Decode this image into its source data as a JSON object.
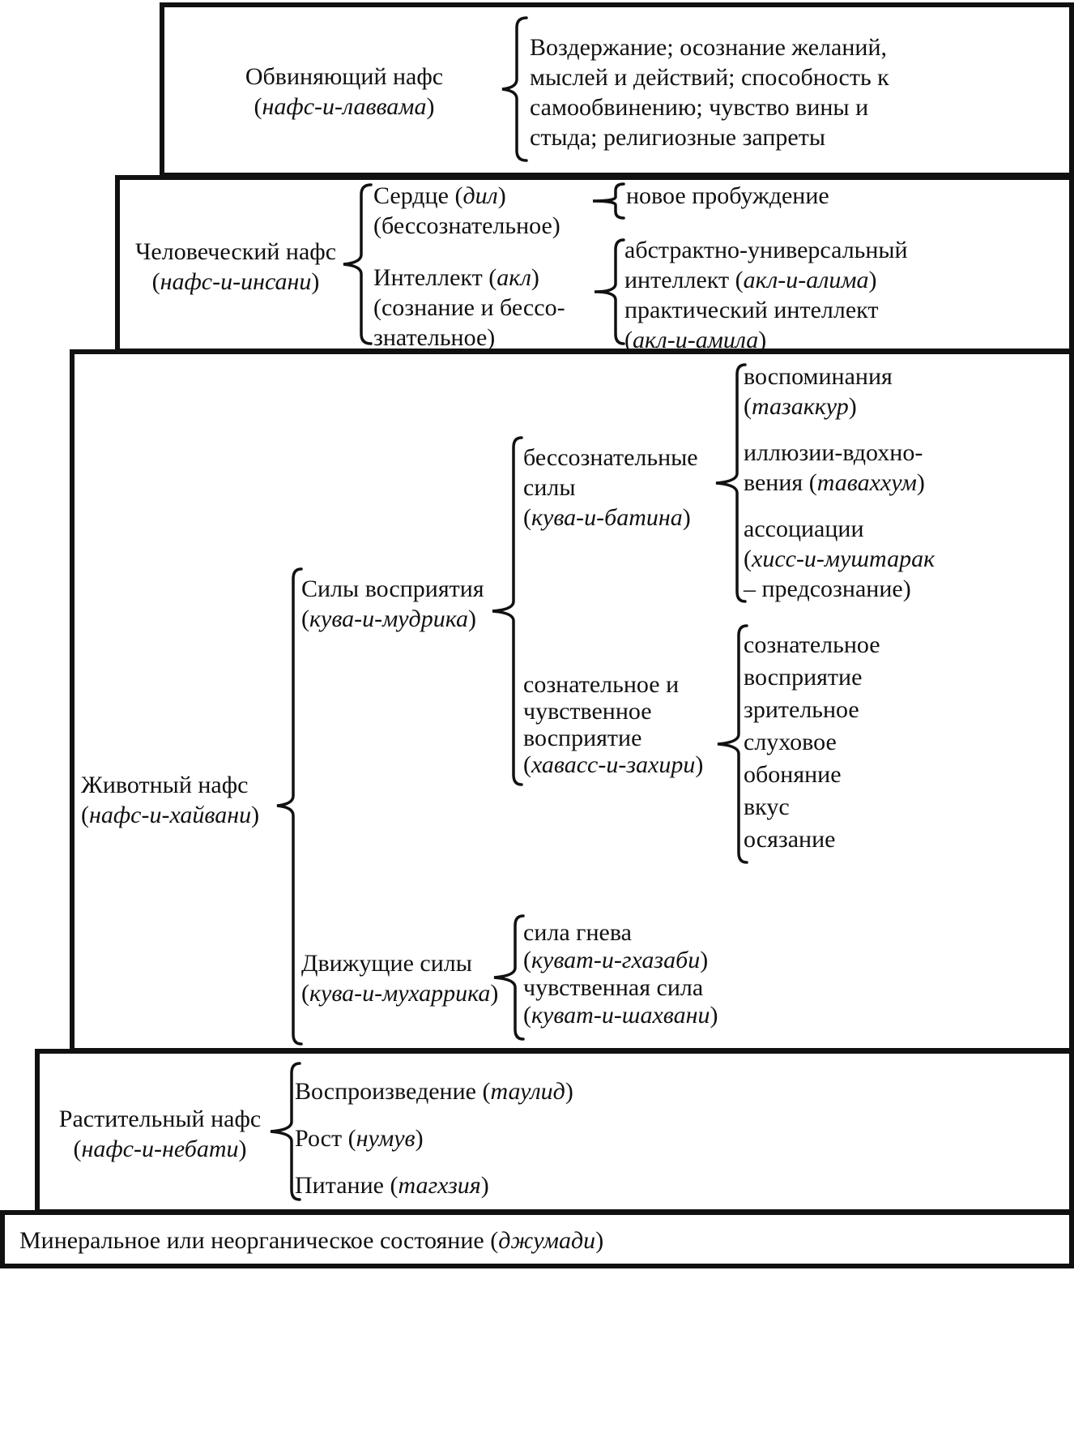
{
  "levels": {
    "blaming": {
      "title": "Обвиняющий нафс",
      "term": "нафс-и-лаввама",
      "description_lines": [
        "Воздержание; осознание желаний,",
        "мыслей и действий; способность к",
        "самообвинению; чувство вины и",
        "стыда; религиозные запреты"
      ]
    },
    "human": {
      "title": "Человеческий нафс",
      "term": "нафс-и-инсани",
      "heart": {
        "label": "Сердце",
        "term": "дил",
        "note": "(бессознательное)",
        "result": "новое пробуждение"
      },
      "intellect": {
        "label": "Интеллект",
        "term": "акл",
        "note_lines": [
          "(сознание и бессо-",
          "знательное)"
        ],
        "kinds": [
          {
            "label": "абстрактно-универсальный",
            "label2": "интеллект",
            "term": "акл-и-алима"
          },
          {
            "label": "практический интеллект",
            "term": "акл-и-амила"
          }
        ]
      }
    },
    "animal": {
      "title": "Животный нафс",
      "term": "нафс-и-хайвани",
      "perception": {
        "label": "Силы восприятия",
        "term": "кува-и-мудрика",
        "unconscious": {
          "label_lines": [
            "бессознательные",
            "силы"
          ],
          "term": "кува-и-батина",
          "items": [
            {
              "label": "воспоминания",
              "term": "тазаккур"
            },
            {
              "label": "иллюзии-вдохно-",
              "label2": "вения",
              "term": "таваххум"
            },
            {
              "label": "ассоциации",
              "term": "хисс-и-муштарак",
              "suffix": "– предсознание)"
            }
          ]
        },
        "conscious": {
          "label_lines": [
            "сознательное и",
            "чувственное",
            "восприятие"
          ],
          "term": "хавасс-и-захири",
          "items": [
            "сознательное",
            "восприятие",
            "зрительное",
            "слуховое",
            "обоняние",
            "вкус",
            "осязание"
          ]
        }
      },
      "motive": {
        "label": "Движущие силы",
        "term": "кува-и-мухаррика",
        "items": [
          {
            "label": "сила гнева",
            "term": "куват-и-гхазаби"
          },
          {
            "label": "чувственная сила",
            "term": "куват-и-шахвани"
          }
        ]
      }
    },
    "vegetative": {
      "title": "Растительный нафс",
      "term": "нафс-и-небати",
      "items": [
        {
          "label": "Воспроизведение",
          "term": "таулид"
        },
        {
          "label": "Рост",
          "term": "нумув"
        },
        {
          "label": "Питание",
          "term": "тагхзия"
        }
      ]
    },
    "mineral": {
      "label": "Минеральное или неорганическое состояние",
      "term": "джумади"
    }
  },
  "colors": {
    "ink": "#111111",
    "paper": "#ffffff"
  }
}
